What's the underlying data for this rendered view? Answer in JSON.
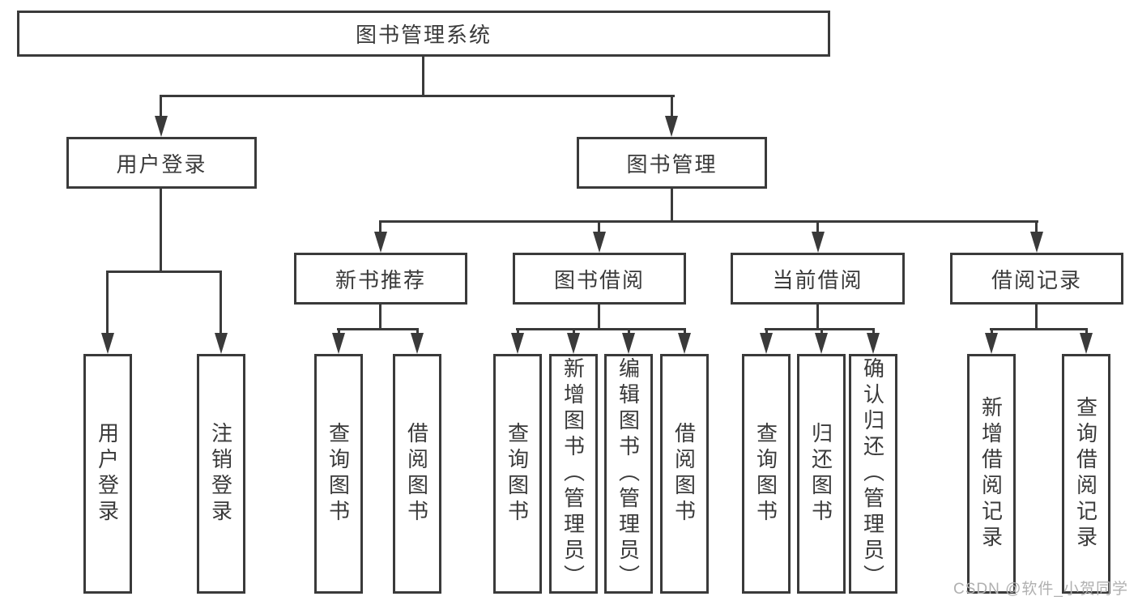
{
  "root": {
    "label": "图书管理系统"
  },
  "level2": [
    {
      "label": "用户登录"
    },
    {
      "label": "图书管理"
    }
  ],
  "level3": [
    {
      "label": "新书推荐",
      "parent": "图书管理"
    },
    {
      "label": "图书借阅",
      "parent": "图书管理"
    },
    {
      "label": "当前借阅",
      "parent": "图书管理"
    },
    {
      "label": "借阅记录",
      "parent": "图书管理"
    }
  ],
  "leaves": [
    {
      "label": "用户登录",
      "parent": "用户登录"
    },
    {
      "label": "注销登录",
      "parent": "用户登录"
    },
    {
      "label": "查询图书",
      "parent": "新书推荐"
    },
    {
      "label": "借阅图书",
      "parent": "新书推荐"
    },
    {
      "label": "查询图书",
      "parent": "图书借阅"
    },
    {
      "label": "新增图书（管理员）",
      "parent": "图书借阅"
    },
    {
      "label": "编辑图书（管理员）",
      "parent": "图书借阅"
    },
    {
      "label": "借阅图书",
      "parent": "图书借阅"
    },
    {
      "label": "查询图书",
      "parent": "当前借阅"
    },
    {
      "label": "归还图书",
      "parent": "当前借阅"
    },
    {
      "label": "确认归还（管理员）",
      "parent": "当前借阅"
    },
    {
      "label": "新增借阅记录",
      "parent": "借阅记录"
    },
    {
      "label": "查询借阅记录",
      "parent": "借阅记录"
    }
  ],
  "watermark": {
    "text": "CSDN @软件_小贺同学"
  },
  "colors": {
    "line": "#3a3a3a",
    "text": "#3a3a3a",
    "background": "#ffffff",
    "watermark": "#b0b0b0"
  }
}
